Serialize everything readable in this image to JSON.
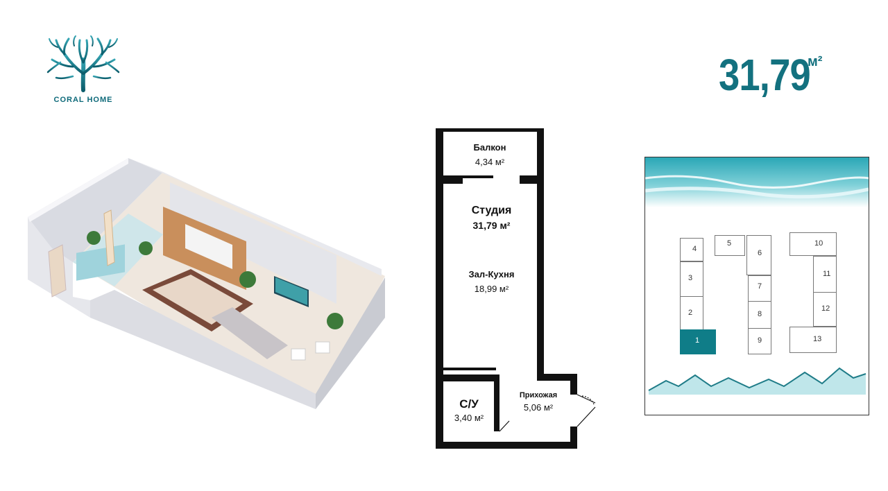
{
  "brand": {
    "name": "CORAL HOME",
    "accent": "#13717f"
  },
  "total_area": {
    "value": "31,79",
    "unit": "м²"
  },
  "plan": {
    "balcony": {
      "name": "Балкон",
      "area": "4,34 м²"
    },
    "studio": {
      "name": "Студия",
      "area": "31,79 м²"
    },
    "living_kitchen": {
      "name": "Зал-Кухня",
      "area": "18,99 м²"
    },
    "bathroom": {
      "name": "С/У",
      "area": "3,40 м²"
    },
    "hallway": {
      "name": "Прихожая",
      "area": "5,06 м²"
    }
  },
  "site_plan": {
    "buildings": [
      "1",
      "2",
      "3",
      "4",
      "5",
      "6",
      "7",
      "8",
      "9",
      "10",
      "11",
      "12",
      "13"
    ],
    "highlighted": "1",
    "highlight_color": "#0f7d88"
  }
}
